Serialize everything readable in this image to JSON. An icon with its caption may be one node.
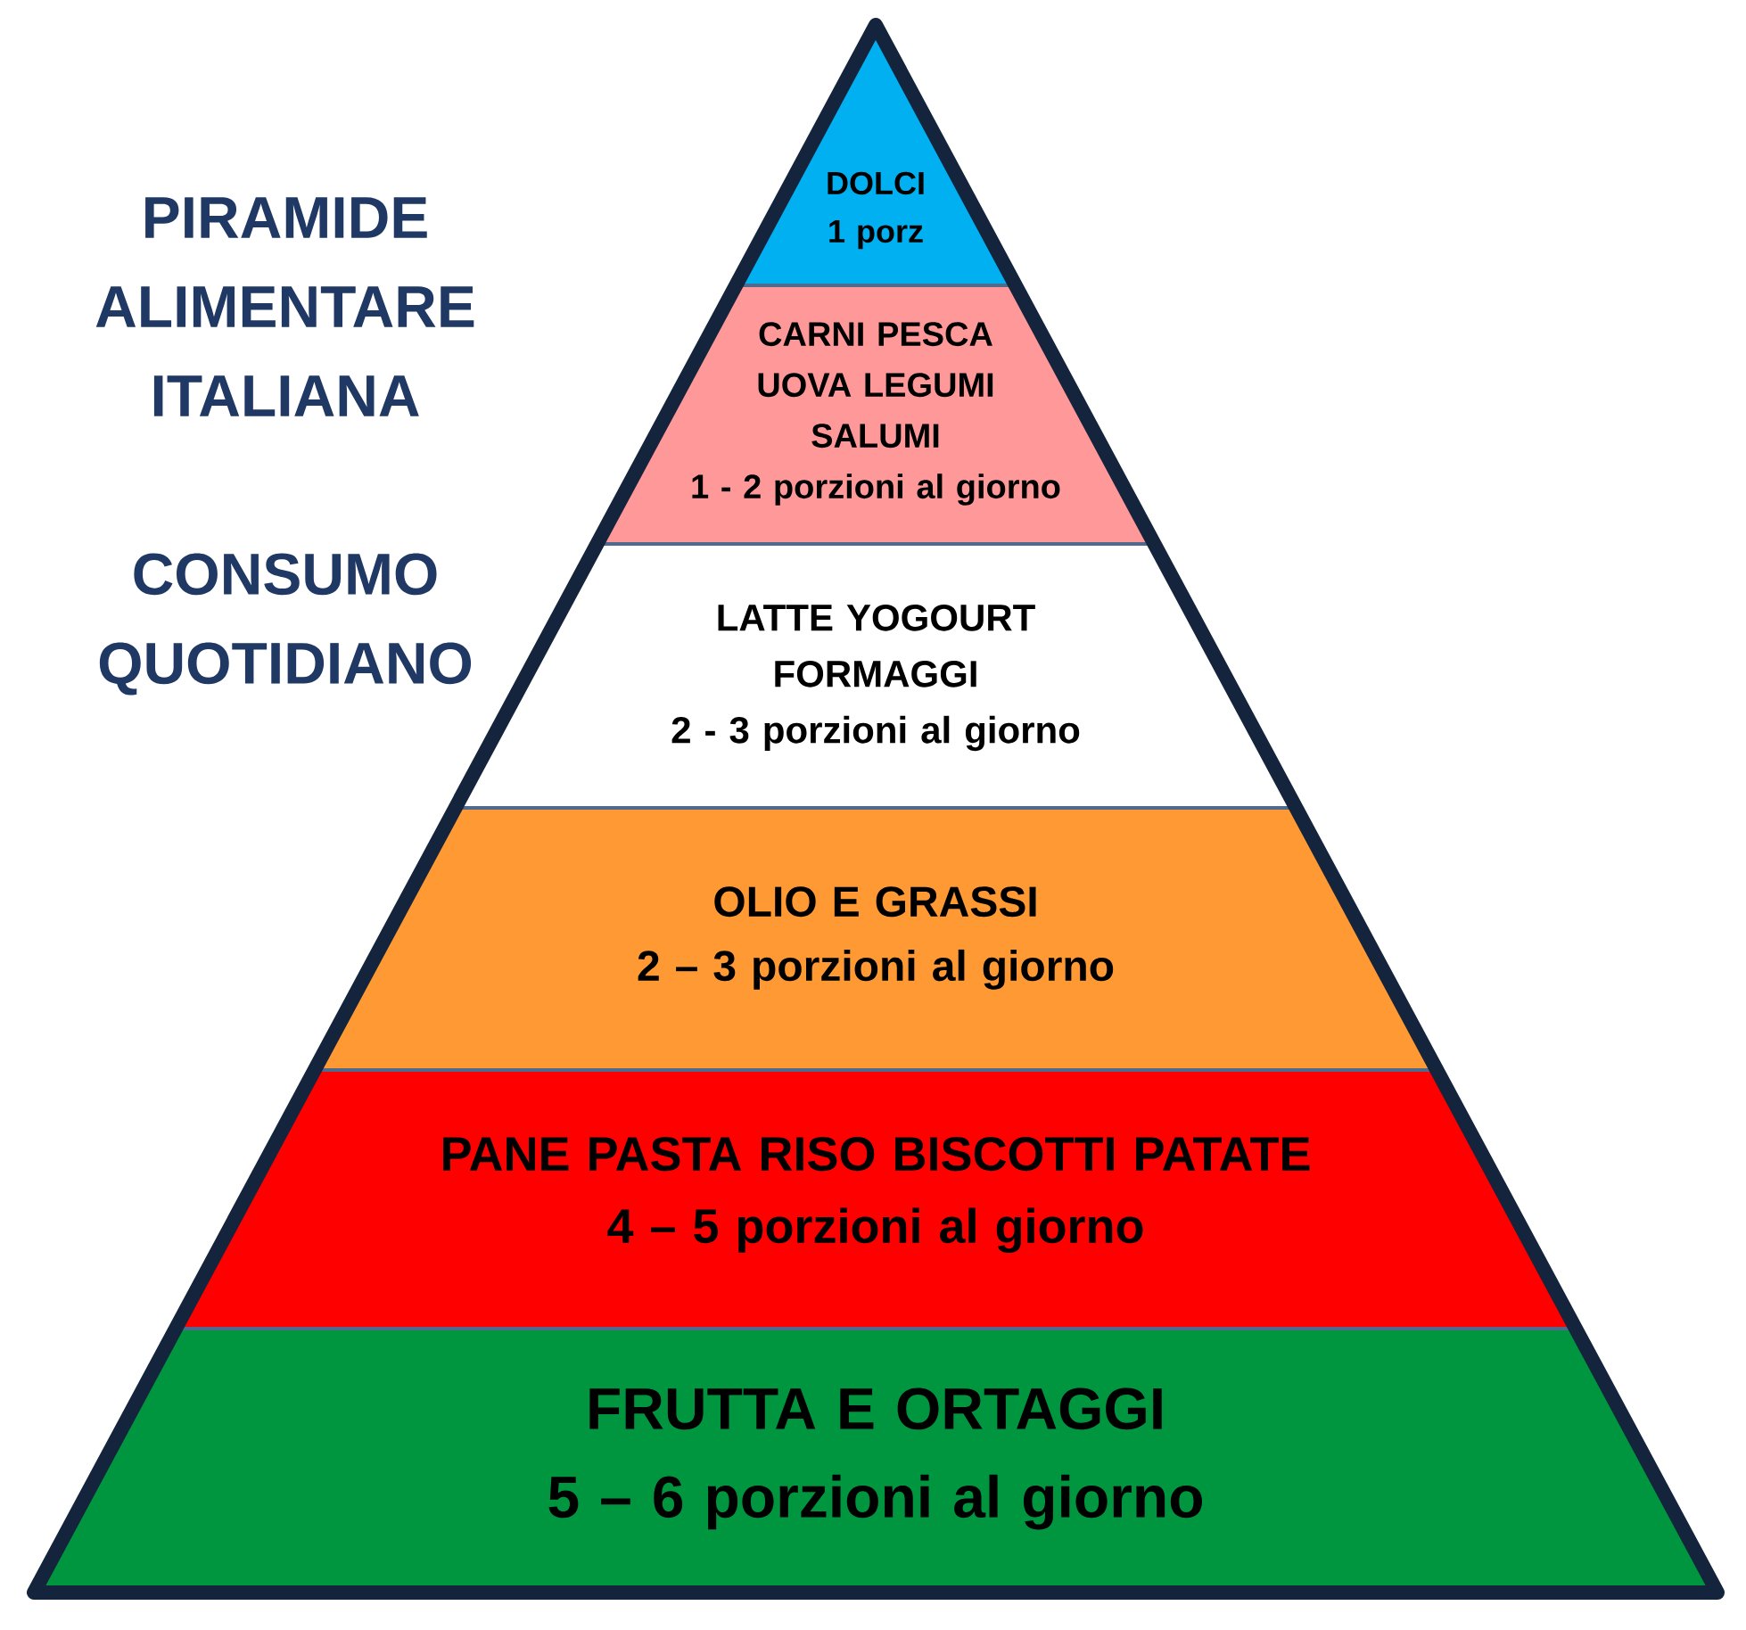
{
  "diagram": {
    "title": "PIRAMIDE ALIMENTARE ITALIANA",
    "nodes": [
      {
        "text": [
          "DOLCI",
          "1 porz"
        ]
      },
      {
        "text": [
          "CARNI PESCA UOVA LEGUMI SALUMI",
          "1 - 2 porzioni al giorno"
        ]
      },
      {
        "text": [
          "LATTE YOGOURT FORMAGGI",
          "2 - 3 porzioni al giorno"
        ]
      },
      {
        "text": [
          "OLIO E GRASSI",
          "2 – 3 porzioni al giorno"
        ]
      },
      {
        "text": [
          "PANE PASTA RISO BISCOTTI PATATE",
          "4 – 5 porzioni al giorno"
        ]
      },
      {
        "text": [
          "FRUTTA E ORTAGGI",
          "5 – 6 porzioni al giorno"
        ]
      }
    ],
    "labels": [
      "CONSUMO QUOTIDIANO"
    ]
  }
}
